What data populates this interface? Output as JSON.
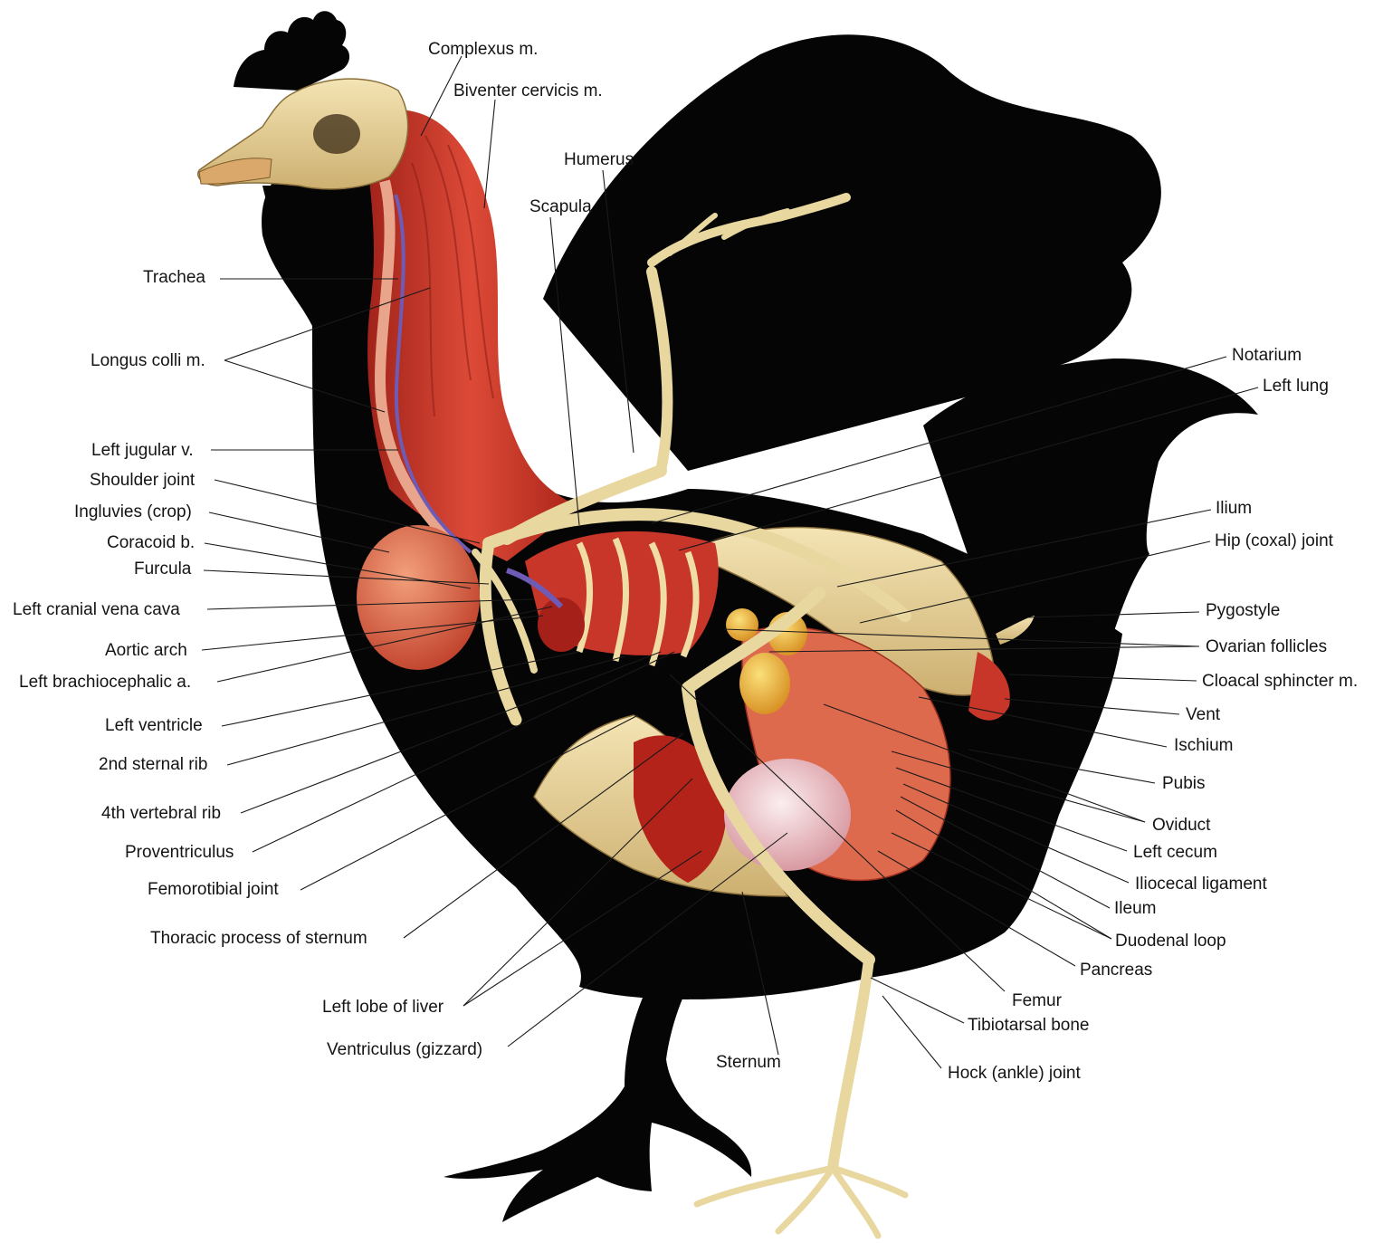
{
  "labels": {
    "complexus": "Complexus m.",
    "biventer": "Biventer cervicis m.",
    "humerus": "Humerus",
    "scapula": "Scapula",
    "trachea": "Trachea",
    "longus_colli": "Longus colli m.",
    "left_jugular": "Left jugular v.",
    "shoulder_joint": "Shoulder joint",
    "ingluvies": "Ingluvies (crop)",
    "coracoid": "Coracoid b.",
    "furcula": "Furcula",
    "left_cranial_vena_cava": "Left cranial vena cava",
    "aortic_arch": "Aortic arch",
    "left_brachiocephalic": "Left brachiocephalic a.",
    "left_ventricle": "Left ventricle",
    "sternal_rib_2": "2nd sternal rib",
    "vertebral_rib_4": "4th vertebral rib",
    "proventriculus": "Proventriculus",
    "femorotibial": "Femorotibial joint",
    "thoracic_process": "Thoracic process of sternum",
    "left_lobe_liver": "Left lobe of liver",
    "ventriculus": "Ventriculus (gizzard)",
    "sternum": "Sternum",
    "notarium": "Notarium",
    "left_lung": "Left lung",
    "ilium": "Ilium",
    "hip_joint": "Hip (coxal) joint",
    "pygostyle": "Pygostyle",
    "ovarian_follicles": "Ovarian follicles",
    "cloacal_sphincter": "Cloacal sphincter m.",
    "vent": "Vent",
    "ischium": "Ischium",
    "pubis": "Pubis",
    "oviduct": "Oviduct",
    "left_cecum": "Left cecum",
    "iliocecal": "Iliocecal ligament",
    "ileum": "Ileum",
    "duodenal_loop": "Duodenal loop",
    "pancreas": "Pancreas",
    "femur": "Femur",
    "tibiotarsal": "Tibiotarsal bone",
    "hock": "Hock (ankle) joint"
  },
  "colors": {
    "silhouette": "#050505",
    "muscle": "#c8362a",
    "bone": "#e8d49a",
    "organ": "#d9523b",
    "yolk": "#e9b23a"
  }
}
